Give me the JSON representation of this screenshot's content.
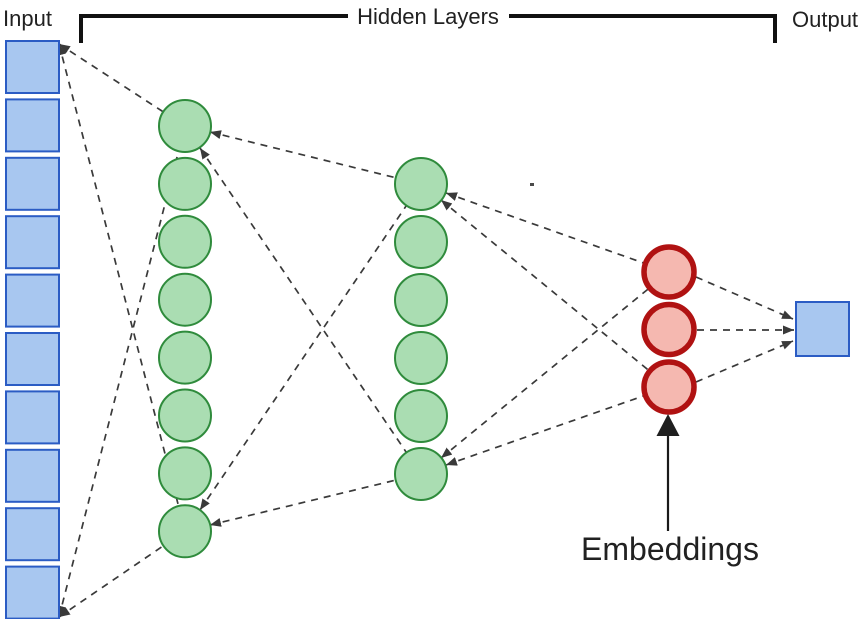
{
  "diagram": {
    "labels": {
      "input": "Input",
      "hidden": "Hidden Layers",
      "output": "Output",
      "embeddings": "Embeddings"
    },
    "structure": {
      "input_nodes": 10,
      "hidden_layer_1_nodes": 8,
      "hidden_layer_2_nodes": 6,
      "embedding_nodes": 3,
      "output_nodes": 1
    },
    "colors": {
      "input_node_fill": "#a8c7f0",
      "input_node_border": "#2b5cc4",
      "hidden_node_fill": "#aaddb2",
      "hidden_node_border": "#2f8b3c",
      "embedding_node_fill": "#f5b8b0",
      "embedding_node_border": "#b01212",
      "connection_line": "#3a3a3a",
      "bracket": "#111111",
      "text": "#212121"
    }
  }
}
